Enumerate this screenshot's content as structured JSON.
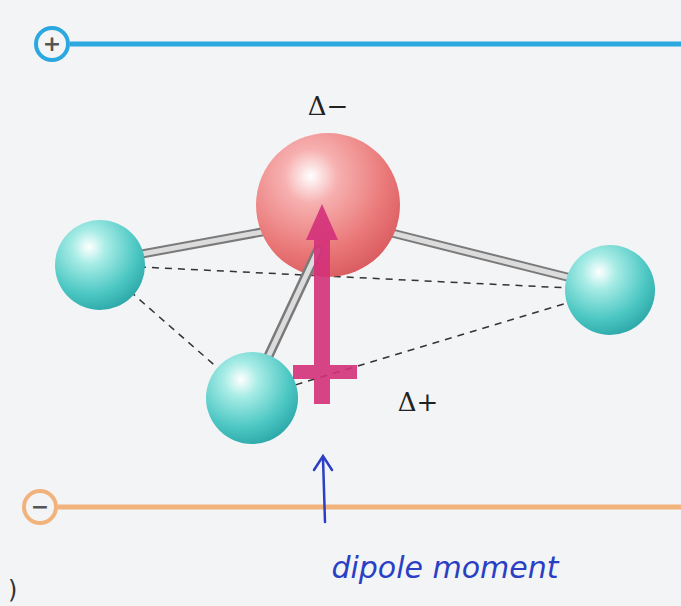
{
  "diagram": {
    "nodes": [
      {
        "text": [
          "+"
        ]
      },
      {
        "text": [
          "−"
        ]
      }
    ],
    "labels": [
      "Δ−",
      "Δ+",
      "dipole moment",
      ")"
    ]
  }
}
